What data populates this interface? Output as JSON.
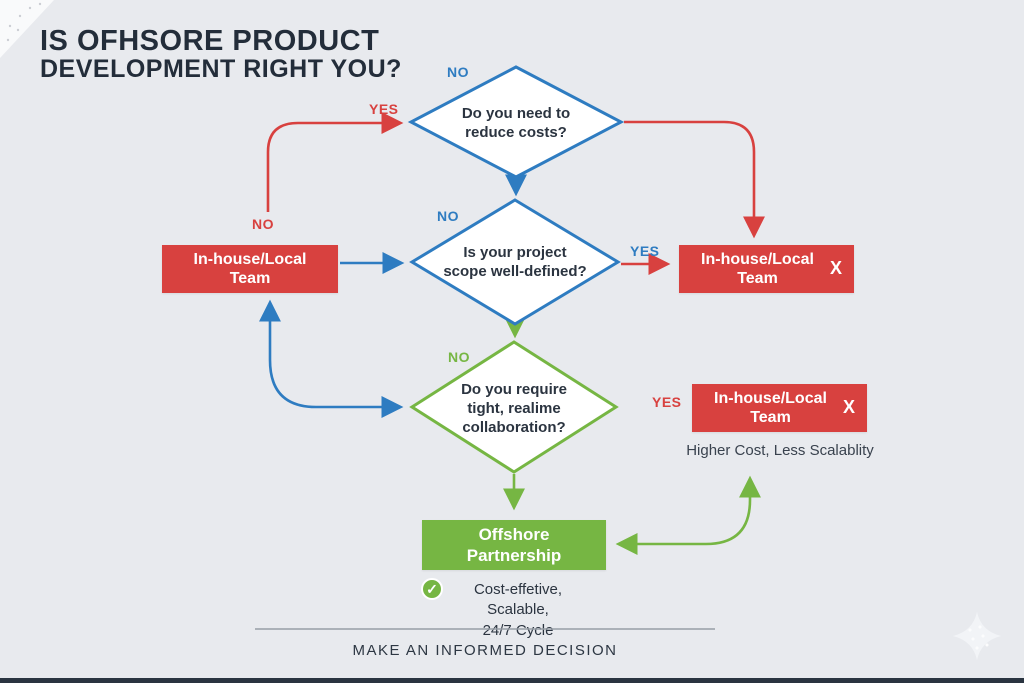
{
  "title": {
    "line1": "IS OFHSORE PRODUCT",
    "line2": "DEVELOPMENT RIGHT YOU?"
  },
  "diamonds": {
    "reduce_costs": {
      "line1": "Do you need to",
      "line2": "reduce costs?"
    },
    "scope": {
      "line1": "Is your project",
      "line2": "scope well-defined?"
    },
    "collaboration": {
      "line1": "Do you require",
      "line2": "tight, realime",
      "line3": "collaboration?"
    }
  },
  "labels": {
    "d1_no": "NO",
    "d1_yes": "YES",
    "box_no": "NO",
    "d2_no": "NO",
    "d2_yes": "YES",
    "d3_no": "NO",
    "d3_yes": "YES"
  },
  "boxes": {
    "inhouse_left": {
      "line1": "In-house/Local",
      "line2": "Team"
    },
    "inhouse_right": {
      "line1": "In-house/Local",
      "line2": "Team",
      "x_mark": "X"
    },
    "inhouse_bottom": {
      "line1": "In-house/Local",
      "line2": "Team",
      "x_mark": "X",
      "note": "Higher Cost, Less Scalablity"
    },
    "offshore": {
      "line1": "Offshore",
      "line2": "Partnership",
      "check_icon": "✓",
      "benefit_line1": "Cost-effetive, Scalable,",
      "benefit_line2": "24/7 Cycle"
    }
  },
  "footer": {
    "text": "MAKE AN INFORMED DECISION"
  },
  "colors": {
    "background": "#e8eaee",
    "blue": "#2e7cc1",
    "red": "#d8413f",
    "green": "#76b643",
    "title": "#232d3a",
    "text": "#2b3440",
    "note": "#39424e",
    "divider": "#979da5",
    "bottom_bar": "#2a3440"
  }
}
